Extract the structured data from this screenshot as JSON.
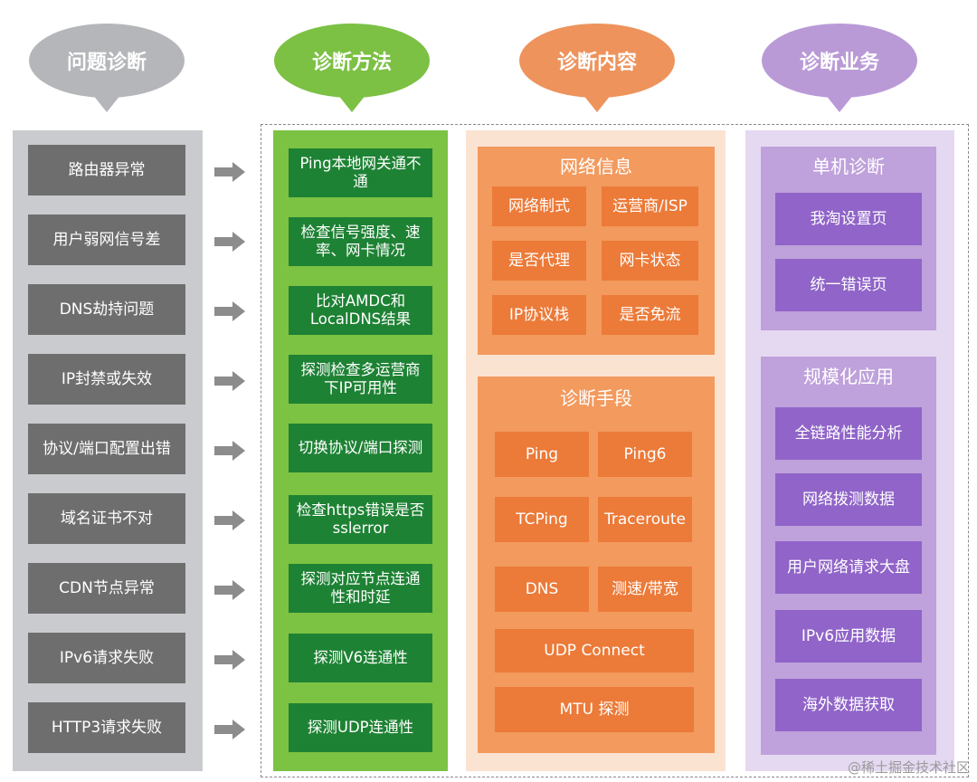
{
  "headers": {
    "problem": "问题诊断",
    "method": "诊断方法",
    "content": "诊断内容",
    "business": "诊断业务"
  },
  "problems": [
    "路由器异常",
    "用户弱网信号差",
    "DNS劫持问题",
    "IP封禁或失效",
    "协议/端口配置出错",
    "域名证书不对",
    "CDN节点异常",
    "IPv6请求失败",
    "HTTP3请求失败"
  ],
  "methods": [
    "Ping本地网关通不通",
    "检查信号强度、速率、网卡情况",
    "比对AMDC和LocalDNS结果",
    "探测检查多运营商下IP可用性",
    "切换协议/端口探测",
    "检查https错误是否sslerror",
    "探测对应节点连通性和时延",
    "探测V6连通性",
    "探测UDP连通性"
  ],
  "content": {
    "network_info": {
      "title": "网络信息",
      "items": [
        "网络制式",
        "运营商/ISP",
        "是否代理",
        "网卡状态",
        "IP协议栈",
        "是否免流"
      ]
    },
    "diag_means": {
      "title": "诊断手段",
      "items": [
        "Ping",
        "Ping6",
        "TCPing",
        "Traceroute",
        "DNS",
        "测速/带宽",
        "UDP Connect",
        "MTU 探测"
      ]
    }
  },
  "business": {
    "single": {
      "title": "单机诊断",
      "items": [
        "我淘设置页",
        "统一错误页"
      ]
    },
    "scale": {
      "title": "规模化应用",
      "items": [
        "全链路性能分析",
        "网络拨测数据",
        "用户网络请求大盘",
        "IPv6应用数据",
        "海外数据获取"
      ]
    }
  },
  "watermark": "@稀土掘金技术社区",
  "colors": {
    "gray": "#b4b6b9",
    "green": "#7cc044",
    "orange": "#ee935c",
    "purple": "#b99ad6"
  }
}
